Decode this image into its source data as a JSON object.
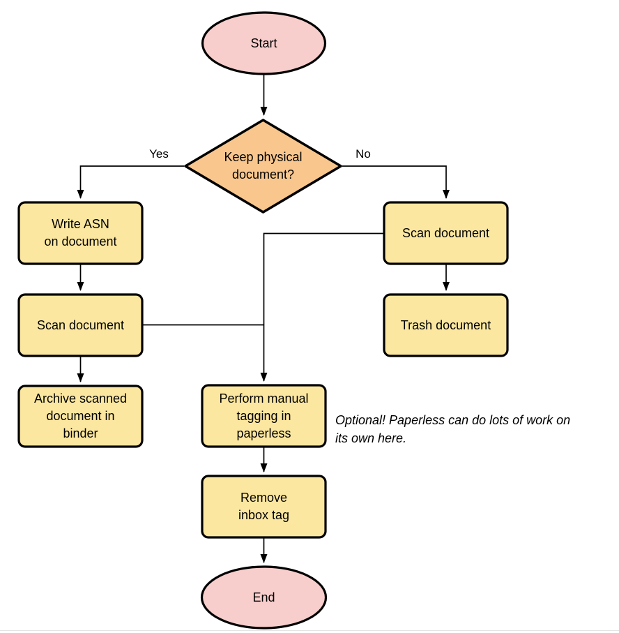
{
  "colors": {
    "terminal_fill": "#F8CECC",
    "decision_fill": "#F9C78E",
    "process_fill": "#FCE7A0",
    "stroke": "#000000",
    "divider": "#e4e4e4"
  },
  "nodes": {
    "start": {
      "label": "Start"
    },
    "decision": {
      "label": "Keep physical\ndocument?"
    },
    "write_asn": {
      "label": "Write ASN\non document"
    },
    "scan_left": {
      "label": "Scan document"
    },
    "archive": {
      "label": "Archive scanned\ndocument in\nbinder"
    },
    "scan_right": {
      "label": "Scan document"
    },
    "trash": {
      "label": "Trash document"
    },
    "tagging": {
      "label": "Perform manual\ntagging in\npaperless"
    },
    "remove_inbox": {
      "label": "Remove\ninbox tag"
    },
    "end": {
      "label": "End"
    }
  },
  "edge_labels": {
    "yes": "Yes",
    "no": "No"
  },
  "note": {
    "text": "Optional! Paperless can do lots of work on\nits own here."
  }
}
